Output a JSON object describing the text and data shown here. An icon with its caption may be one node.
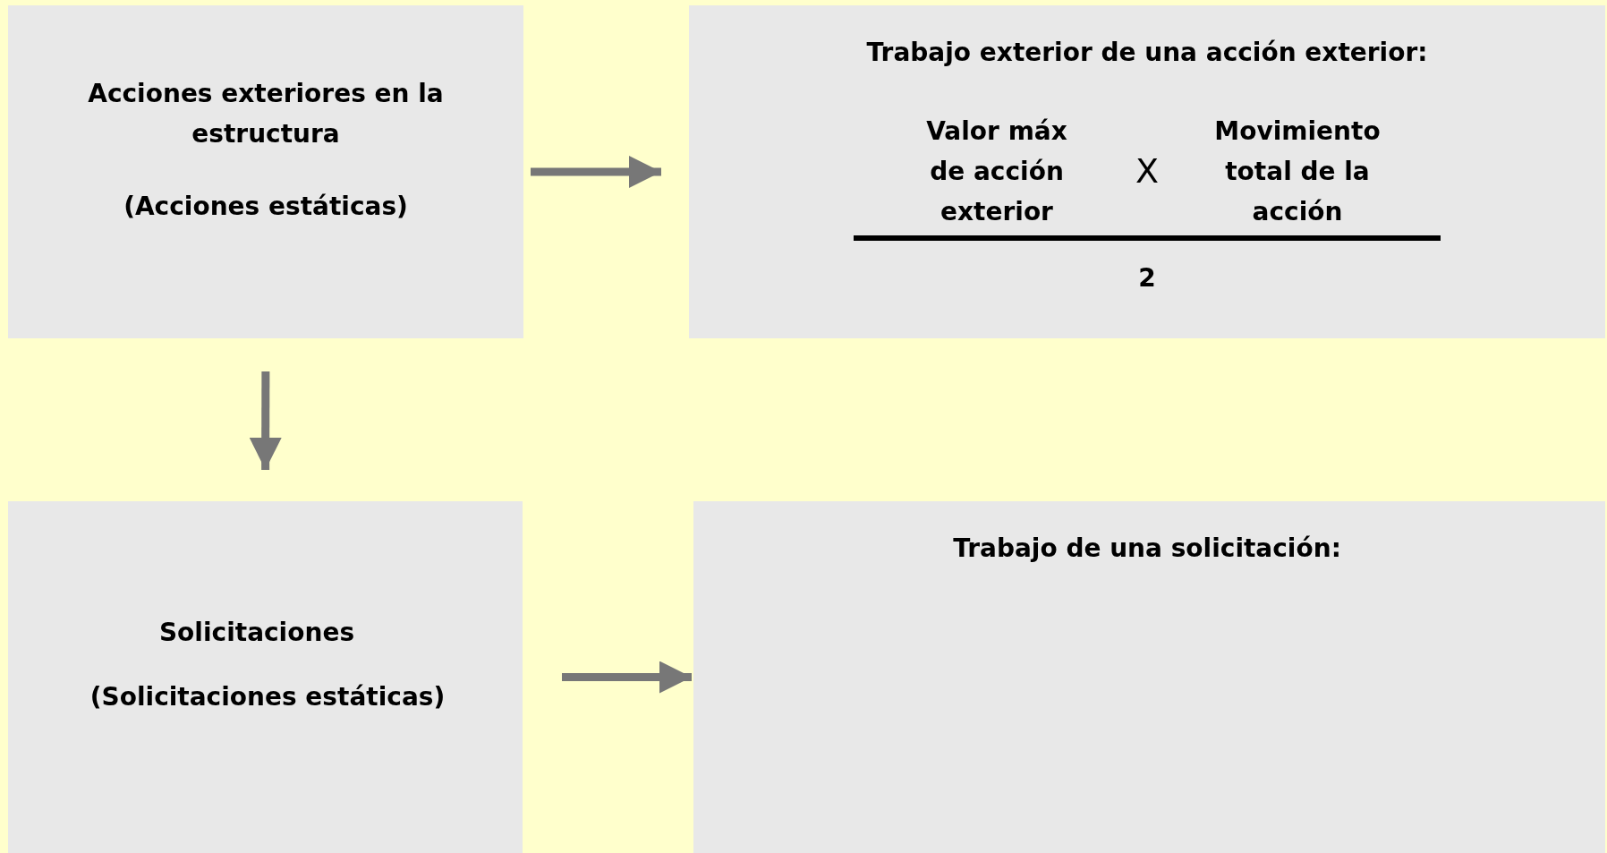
{
  "diagram": {
    "nodes": [
      {
        "text": [
          "Acciones exteriores en la estructura",
          "(Acciones estáticas)"
        ]
      },
      {
        "text": [
          "Trabajo exterior de una acción exterior:",
          "Valor máx de acción exterior",
          "X",
          "Movimiento total de la acción",
          "2"
        ]
      },
      {
        "text": [
          "Solicitaciones",
          "(Solicitaciones estáticas)"
        ]
      },
      {
        "text": [
          "Trabajo de una solicitación:"
        ]
      }
    ],
    "edges": [
      {
        "from": 0,
        "to": 1,
        "arrow": "to"
      },
      {
        "from": 0,
        "to": 2,
        "arrow": "to"
      },
      {
        "from": 2,
        "to": 3,
        "arrow": "to"
      }
    ]
  }
}
